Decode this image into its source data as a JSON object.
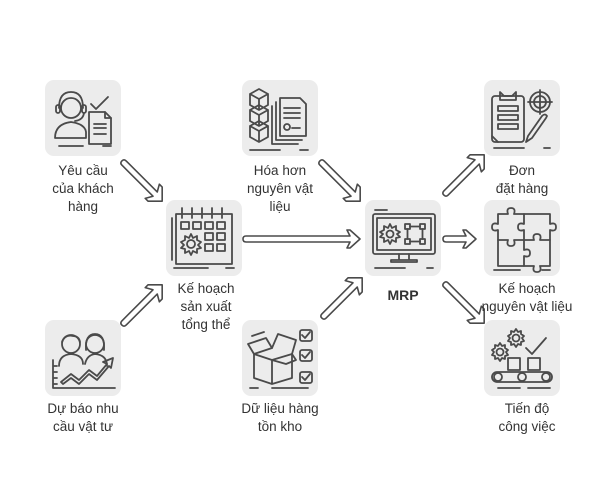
{
  "diagram": {
    "title": "MRP",
    "nodes": [
      {
        "id": "customer-requirements",
        "label": "Yêu cầu\ncủa khách\nhàng",
        "icon": "customer-support-checklist-icon"
      },
      {
        "id": "material-bill",
        "label": "Hóa hơn\nnguyên vật\nliệu",
        "icon": "stacked-cubes-documents-icon"
      },
      {
        "id": "purchase-order",
        "label": "Đơn\nđặt hàng",
        "icon": "clipboard-pen-icon"
      },
      {
        "id": "master-production-plan",
        "label": "Kế hoạch\nsản xuất\ntổng thể",
        "icon": "calendar-gear-icon"
      },
      {
        "id": "mrp",
        "label": "MRP",
        "icon": "monitor-gear-flowchart-icon"
      },
      {
        "id": "material-plan",
        "label": "Kế hoạch\nnguyên vật liệu",
        "icon": "puzzle-icon"
      },
      {
        "id": "demand-forecast",
        "label": "Dự báo nhu\ncầu vật tư",
        "icon": "people-trend-chart-icon"
      },
      {
        "id": "inventory-data",
        "label": "Dữ liệu hàng\ntồn kho",
        "icon": "open-box-checklist-icon"
      },
      {
        "id": "work-progress",
        "label": "Tiến độ\ncông việc",
        "icon": "gears-conveyor-icon"
      }
    ],
    "edges": [
      {
        "from": "customer-requirements",
        "to": "master-production-plan"
      },
      {
        "from": "demand-forecast",
        "to": "master-production-plan"
      },
      {
        "from": "master-production-plan",
        "to": "mrp"
      },
      {
        "from": "material-bill",
        "to": "mrp"
      },
      {
        "from": "inventory-data",
        "to": "mrp"
      },
      {
        "from": "mrp",
        "to": "purchase-order"
      },
      {
        "from": "mrp",
        "to": "material-plan"
      },
      {
        "from": "mrp",
        "to": "work-progress"
      }
    ]
  }
}
